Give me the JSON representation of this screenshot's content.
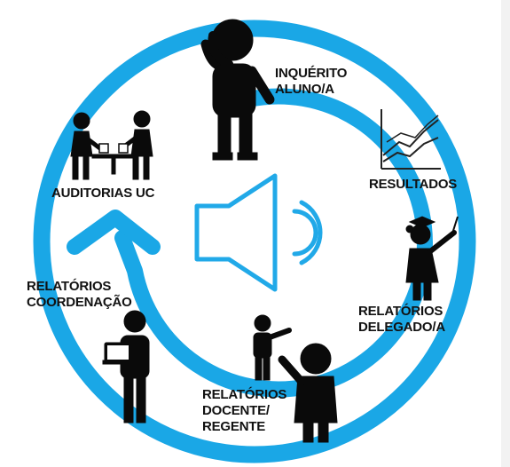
{
  "colors": {
    "cycle_blue": "#1aa7e6",
    "figure": "#0a0a0a",
    "speaker_blue": "#21a9e8",
    "chart_line": "#222222"
  },
  "icons": {
    "center": "speaker-icon",
    "arrow": "cycle-arrow-icon"
  },
  "stages": {
    "inquerito": {
      "line1": "INQUÉRITO",
      "line2": "ALUNO/A"
    },
    "resultados": {
      "line1": "RESULTADOS"
    },
    "delegado": {
      "line1": "RELATÓRIOS",
      "line2": "DELEGADO/A"
    },
    "docente": {
      "line1": "RELATÓRIOS",
      "line2": "DOCENTE/",
      "line3": "REGENTE"
    },
    "coordenacao": {
      "line1": "RELATÓRIOS",
      "line2": "COORDENAÇÃO"
    },
    "auditorias": {
      "line1": "AUDITORIAS UC"
    }
  }
}
